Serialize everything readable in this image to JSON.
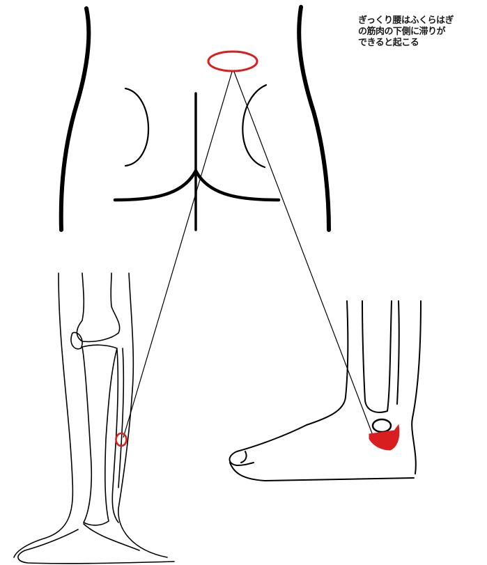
{
  "caption": {
    "lines": [
      "ぎっくり腰はふくらはぎ",
      "の筋肉の下側に滞りが",
      "できると起こる"
    ]
  },
  "colors": {
    "ink": "#000000",
    "marker": "#d81e1e",
    "background": "#ffffff"
  }
}
